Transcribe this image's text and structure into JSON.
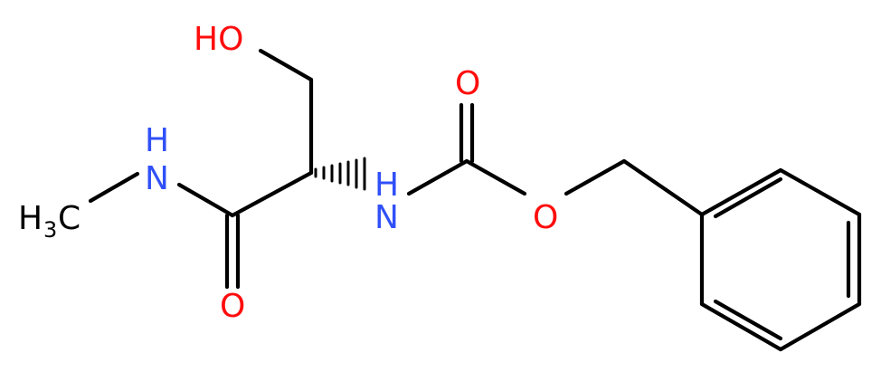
{
  "molecule": {
    "atoms": {
      "hydroxyl": "HO",
      "amide_nh": "N",
      "amide_nh_h": "H",
      "methyl_h": "H",
      "methyl_sub": "3",
      "methyl_c": "C",
      "amide_o": "O",
      "carbamate_nh": "N",
      "carbamate_nh_h": "H",
      "carbamate_o_double": "O",
      "carbamate_o_ester": "O"
    },
    "colors": {
      "bond": "#000000",
      "carbon_hydrogen": "#000000",
      "nitrogen": "#3050f8",
      "oxygen": "#ff0d0d"
    }
  }
}
